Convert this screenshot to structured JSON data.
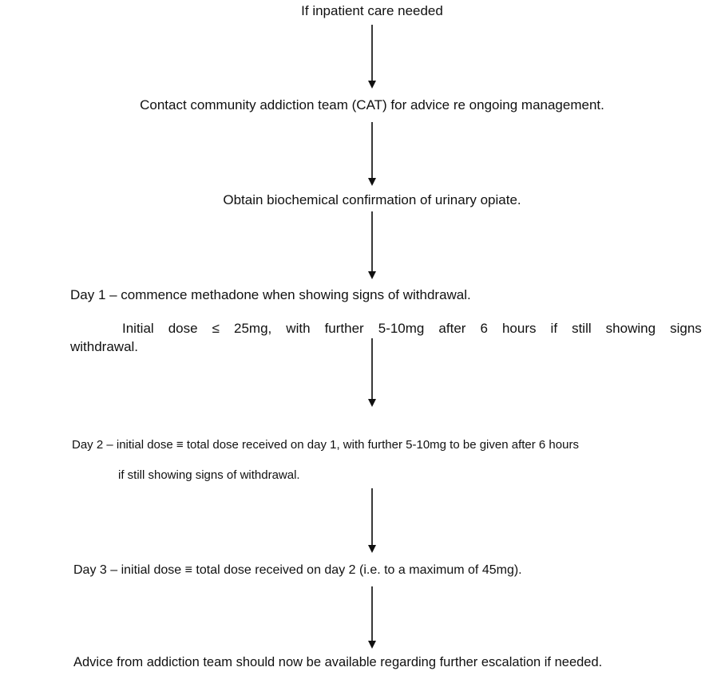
{
  "flowchart": {
    "connector_icon": "arrow-down",
    "step1": {
      "text": "If inpatient care needed"
    },
    "step2": {
      "text": "Contact community addiction team (CAT) for advice re ongoing management."
    },
    "step3": {
      "text": "Obtain biochemical confirmation of urinary opiate."
    },
    "step4": {
      "line1": "Day 1 – commence methadone when showing signs of withdrawal.",
      "line2": "Initial dose ≤ 25mg, with further 5-10mg after 6 hours if still showing signs of",
      "line3": "withdrawal."
    },
    "step5": {
      "line1": "Day 2 – initial dose ≡ total dose received on day 1, with further 5-10mg to be given after 6 hours",
      "line2": "if still showing signs of withdrawal."
    },
    "step6": {
      "text": "Day 3 – initial dose ≡ total dose received on day 2 (i.e. to a maximum of 45mg)."
    },
    "step7": {
      "text": "Advice from addiction team should now be available regarding further escalation if needed."
    }
  }
}
